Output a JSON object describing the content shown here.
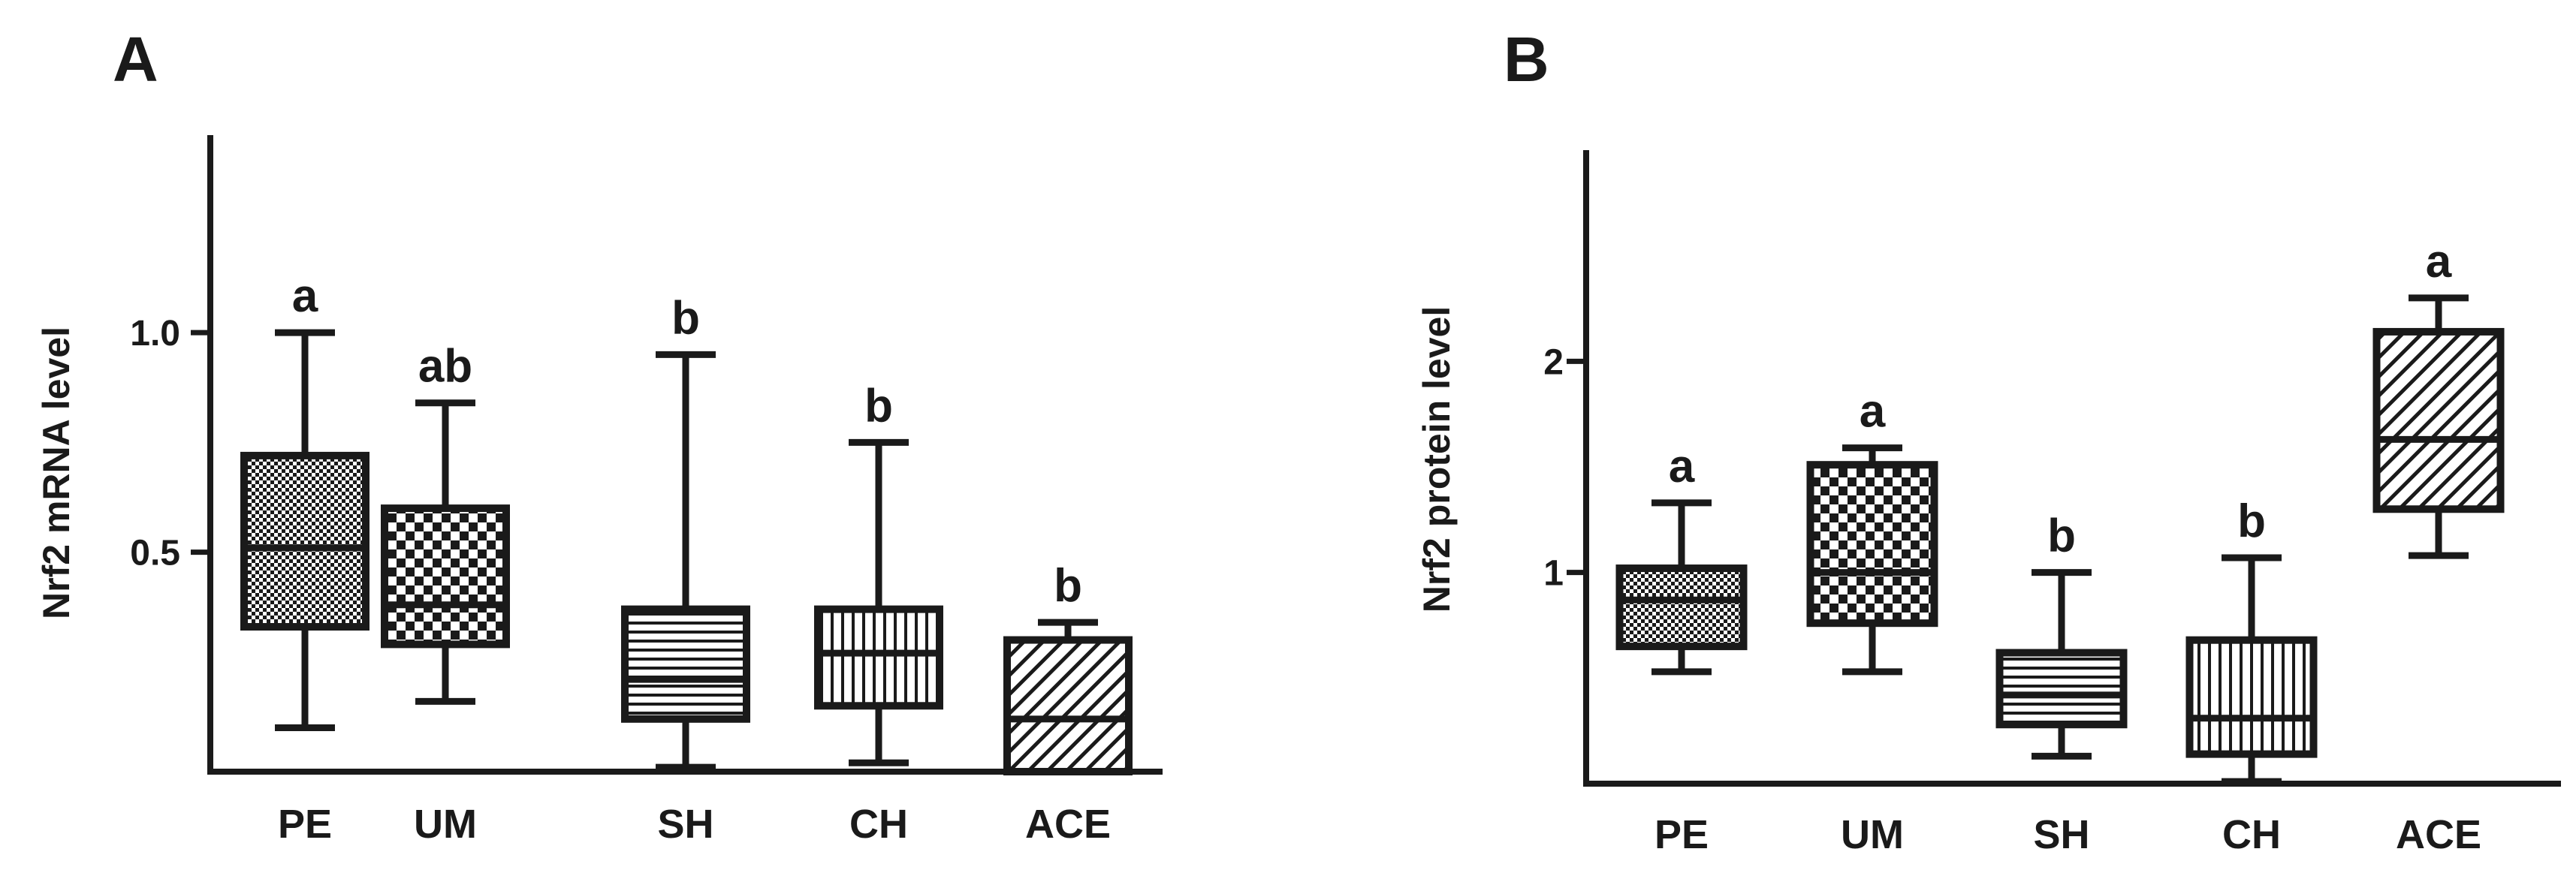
{
  "chart_data": [
    {
      "type": "box",
      "panel_label": "A",
      "ylabel": "Nrf2 mRNA level",
      "ylim": [
        0.0,
        1.45
      ],
      "yticks": [
        0.5,
        1.0
      ],
      "ytick_labels": [
        "0.5",
        "1.0"
      ],
      "categories": [
        "PE",
        "UM",
        "SH",
        "CH",
        "ACE"
      ],
      "boxes": [
        {
          "category": "PE",
          "min": 0.1,
          "q1": 0.33,
          "median": 0.51,
          "q3": 0.72,
          "max": 1.0,
          "pattern": "fine-check",
          "sig": "a"
        },
        {
          "category": "UM",
          "min": 0.16,
          "q1": 0.29,
          "median": 0.38,
          "q3": 0.6,
          "max": 0.84,
          "pattern": "coarse-check",
          "sig": "ab"
        },
        {
          "category": "SH",
          "min": 0.01,
          "q1": 0.12,
          "median": 0.21,
          "q3": 0.37,
          "max": 0.95,
          "pattern": "horizontal",
          "sig": "b"
        },
        {
          "category": "CH",
          "min": 0.02,
          "q1": 0.15,
          "median": 0.27,
          "q3": 0.37,
          "max": 0.75,
          "pattern": "vertical",
          "sig": "b"
        },
        {
          "category": "ACE",
          "min": 0.0,
          "q1": 0.0,
          "median": 0.12,
          "q3": 0.3,
          "max": 0.34,
          "pattern": "diagonal",
          "sig": "b"
        }
      ]
    },
    {
      "type": "box",
      "panel_label": "B",
      "ylabel": "Nrf2 protein level",
      "ylim": [
        0.0,
        3.0
      ],
      "yticks": [
        1,
        2
      ],
      "ytick_labels": [
        "1",
        "2"
      ],
      "categories": [
        "PE",
        "UM",
        "SH",
        "CH",
        "ACE"
      ],
      "boxes": [
        {
          "category": "PE",
          "min": 0.53,
          "q1": 0.65,
          "median": 0.87,
          "q3": 1.02,
          "max": 1.33,
          "pattern": "fine-check",
          "sig": "a"
        },
        {
          "category": "UM",
          "min": 0.53,
          "q1": 0.76,
          "median": 1.0,
          "q3": 1.51,
          "max": 1.59,
          "pattern": "coarse-check",
          "sig": "a"
        },
        {
          "category": "SH",
          "min": 0.13,
          "q1": 0.28,
          "median": 0.42,
          "q3": 0.62,
          "max": 1.0,
          "pattern": "horizontal",
          "sig": "b"
        },
        {
          "category": "CH",
          "min": 0.01,
          "q1": 0.14,
          "median": 0.31,
          "q3": 0.68,
          "max": 1.07,
          "pattern": "vertical",
          "sig": "b"
        },
        {
          "category": "ACE",
          "min": 1.08,
          "q1": 1.3,
          "median": 1.63,
          "q3": 2.14,
          "max": 2.3,
          "pattern": "diagonal",
          "sig": "a"
        }
      ]
    }
  ]
}
